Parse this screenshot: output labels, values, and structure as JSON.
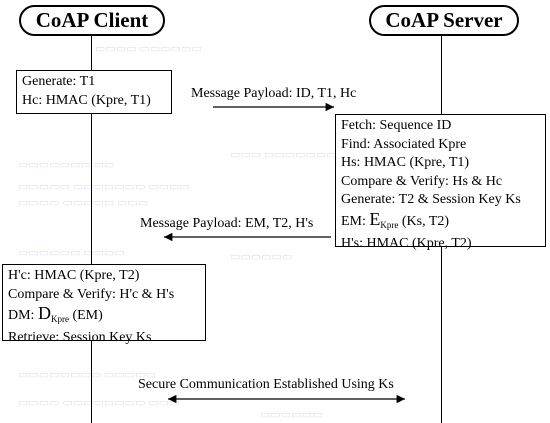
{
  "client": {
    "title": "CoAP Client",
    "box1": [
      "Generate: T1",
      "Hc: HMAC (Kpre, T1)"
    ],
    "box2": {
      "line1": "H'c: HMAC (Kpre, T2)",
      "line2": "Compare & Verify: H'c & H's",
      "dm_prefix": "DM: ",
      "dm_symbol": "D",
      "dm_sub": "Kpre",
      "dm_suffix": " (EM)",
      "line4": "Retrieve: Session Key Ks"
    }
  },
  "server": {
    "title": "CoAP Server",
    "box": {
      "line1": "Fetch: Sequence ID",
      "line2": "Find: Associated Kpre",
      "line3": "Hs: HMAC (Kpre, T1)",
      "line4": "Compare & Verify: Hs & Hc",
      "line5": "Generate: T2 & Session Key Ks",
      "em_prefix": "EM: ",
      "em_symbol": "E",
      "em_sub": "Kpre",
      "em_suffix": " (Ks, T2)",
      "line7": "H's: HMAC (Kpre, T2)"
    }
  },
  "messages": {
    "m1": "Message Payload: ID, T1, Hc",
    "m2": "Message Payload: EM, T2, H's",
    "m3": "Secure Communication Established Using Ks"
  },
  "colors": {
    "line": "#000000",
    "ghost_text": "#dde3ef"
  }
}
